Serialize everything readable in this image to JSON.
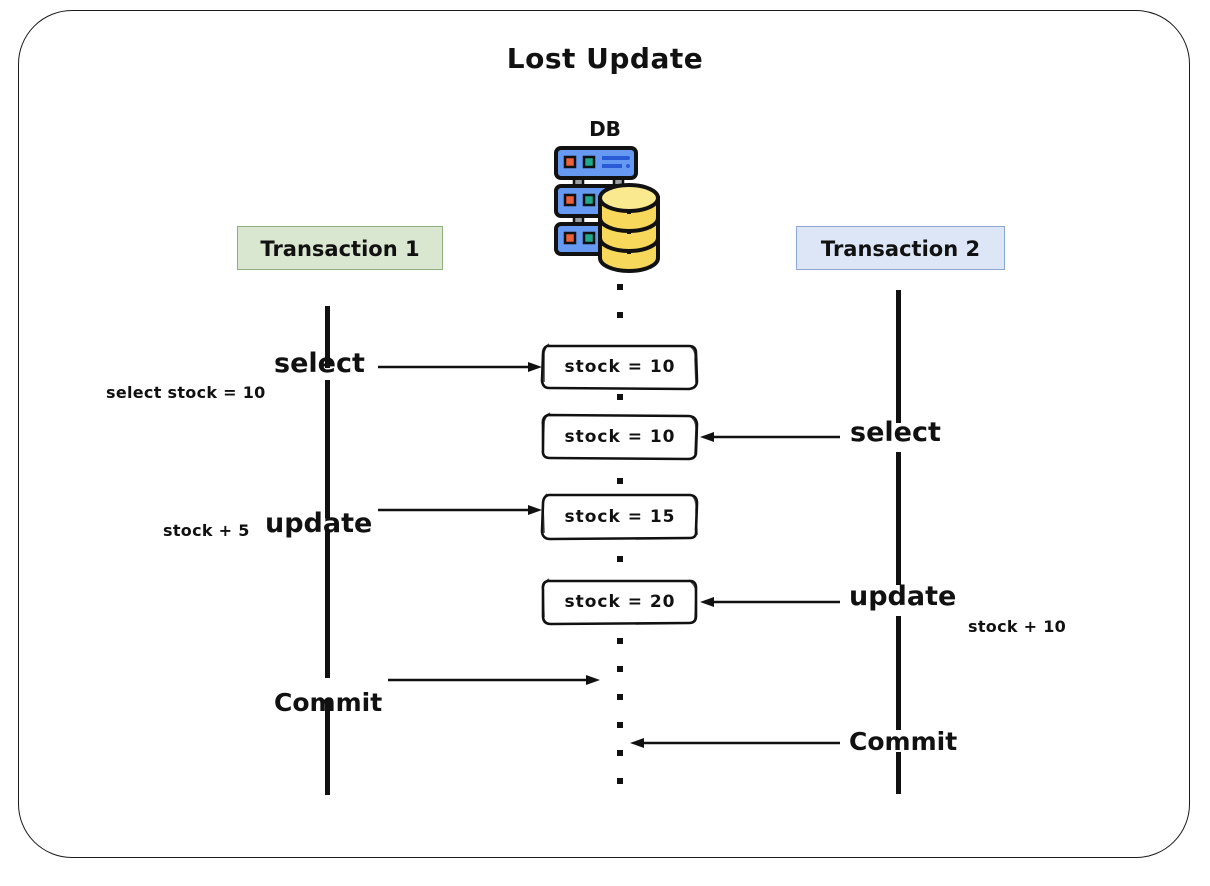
{
  "diagram": {
    "title": "Lost Update",
    "db_label": "DB",
    "db_icon": "database-server-icon",
    "frame": "rounded-frame",
    "colors": {
      "txn1_fill": "#d9e7d0",
      "txn1_border": "#8fb07c",
      "txn2_fill": "#dce6f7",
      "txn2_border": "#8da7d4",
      "line": "#111111",
      "db_server_blue": "#6699f2",
      "db_cylinder_yellow": "#f7d85a"
    }
  },
  "lanes": [
    {
      "id": "txn1",
      "label": "Transaction 1"
    },
    {
      "id": "db",
      "label": "DB"
    },
    {
      "id": "txn2",
      "label": "Transaction 2"
    }
  ],
  "steps": [
    {
      "lane": "txn1",
      "operation": "select",
      "note": "select stock = 10",
      "direction": "to-db",
      "db_value": "stock = 10"
    },
    {
      "lane": "txn2",
      "operation": "select",
      "note": "",
      "direction": "from-db",
      "db_value": "stock = 10"
    },
    {
      "lane": "txn1",
      "operation": "update",
      "note": "stock + 5",
      "direction": "to-db",
      "db_value": "stock = 15"
    },
    {
      "lane": "txn2",
      "operation": "update",
      "note": "stock + 10",
      "direction": "from-db",
      "db_value": "stock = 20"
    },
    {
      "lane": "txn1",
      "operation": "Commit",
      "note": "",
      "direction": "to-db",
      "db_value": ""
    },
    {
      "lane": "txn2",
      "operation": "Commit",
      "note": "",
      "direction": "from-db",
      "db_value": ""
    }
  ]
}
